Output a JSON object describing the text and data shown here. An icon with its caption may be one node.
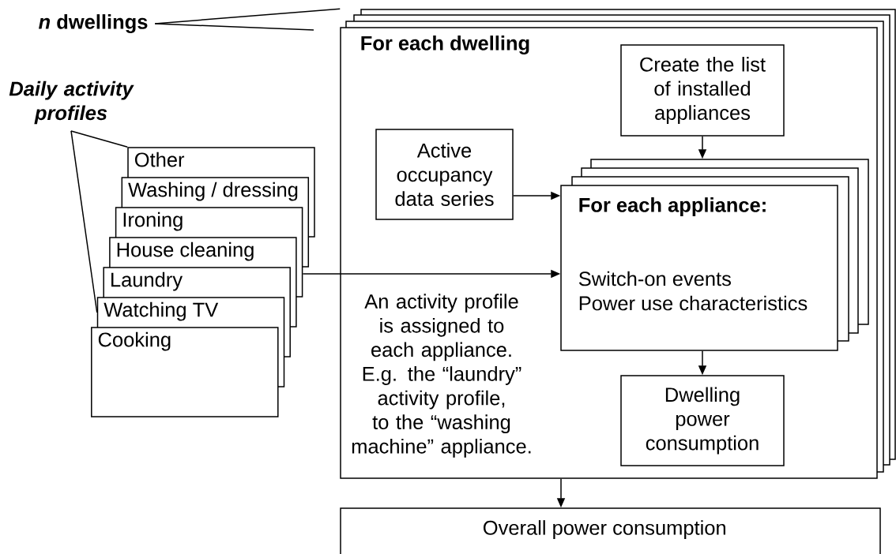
{
  "diagram": {
    "nodes": [
      {
        "text": [
          "*n* dwellings"
        ]
      },
      {
        "text": [
          "For each dwelling"
        ]
      },
      {
        "text": [
          "Daily activity profiles"
        ]
      },
      {
        "text": [
          "Create the list of installed appliances"
        ],
        "in": 1
      },
      {
        "text": [
          "Active occupancy data series"
        ],
        "in": 1
      },
      {
        "text": [
          "Other"
        ]
      },
      {
        "text": [
          "Washing / dressing"
        ]
      },
      {
        "text": [
          "Ironing"
        ]
      },
      {
        "text": [
          "House cleaning"
        ]
      },
      {
        "text": [
          "Laundry"
        ]
      },
      {
        "text": [
          "Watching TV"
        ]
      },
      {
        "text": [
          "Cooking"
        ]
      },
      {
        "text": [
          "For each appliance:",
          "Switch-on events",
          "Power use characteristics"
        ],
        "in": 1
      },
      {
        "text": [
          "Dwelling power consumption"
        ],
        "in": 1
      },
      {
        "text": [
          "Overall power consumption"
        ]
      }
    ],
    "edges": [
      {
        "from": 0,
        "to": 1,
        "arrow": "none"
      },
      {
        "from": 0,
        "to": null,
        "arrow": "none"
      },
      {
        "from": 2,
        "to": 5,
        "arrow": "none"
      },
      {
        "from": 2,
        "to": 10,
        "arrow": "none"
      },
      {
        "from": 3,
        "to": 12,
        "arrow": "to"
      },
      {
        "from": 4,
        "to": 12,
        "arrow": "to"
      },
      {
        "from": 8,
        "to": 12,
        "arrow": "to"
      },
      {
        "from": 12,
        "to": 13,
        "arrow": "to"
      },
      {
        "from": 1,
        "to": 14,
        "arrow": "to"
      }
    ],
    "labels": [
      "An activity profile is assigned to each appliance. E.g. the “laundry” activity profile, to the “washing machine” appliance."
    ]
  }
}
